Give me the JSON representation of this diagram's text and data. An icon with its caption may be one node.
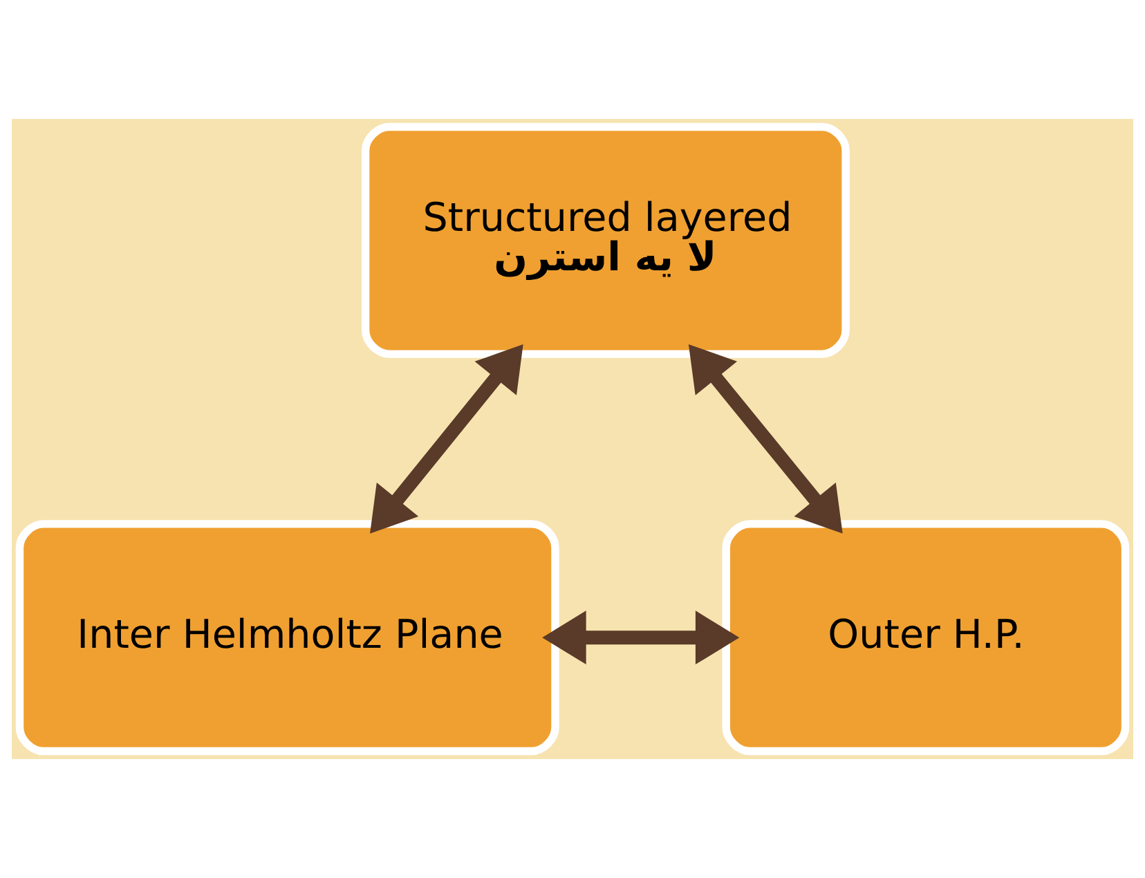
{
  "diagram": {
    "nodes": [
      {
        "text": [
          "Structured layered",
          "لا یه استرن"
        ]
      },
      {
        "text": [
          "Inter Helmholtz Plane"
        ]
      },
      {
        "text": [
          "Outer H.P."
        ]
      }
    ],
    "edges": [
      {
        "from": 0,
        "to": 1,
        "arrow": "both"
      },
      {
        "from": 1,
        "to": 2,
        "arrow": "both"
      },
      {
        "from": 0,
        "to": 2,
        "arrow": "both"
      }
    ]
  }
}
